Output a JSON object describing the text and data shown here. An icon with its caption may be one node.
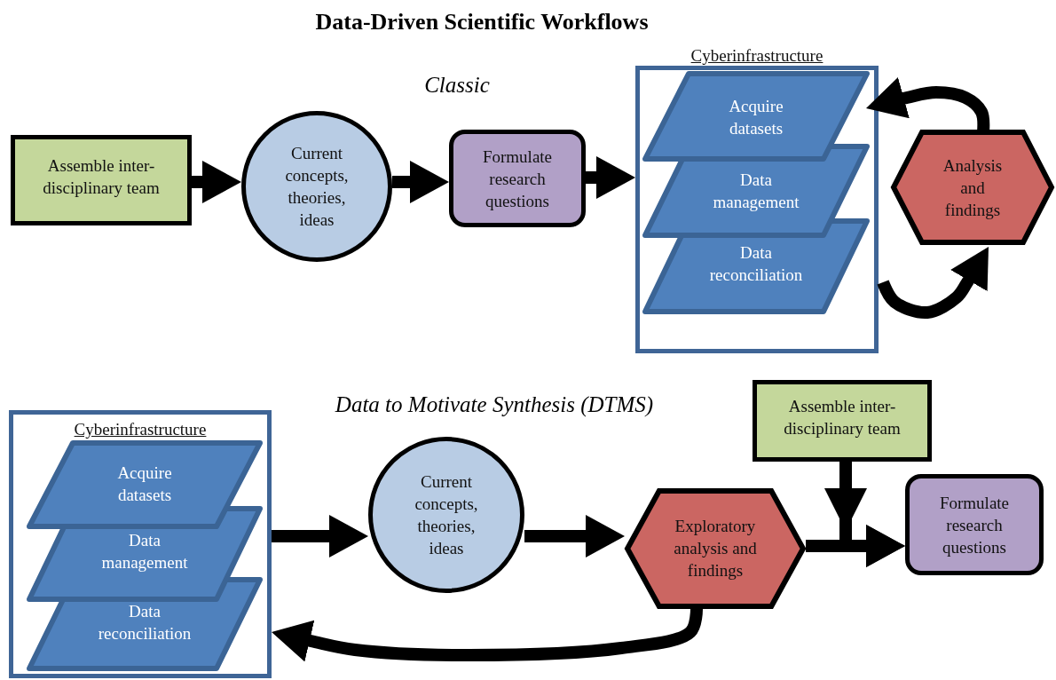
{
  "diagram": {
    "title": "Data-Driven Scientific Workflows",
    "nodes": [
      {
        "text": [
          "Assemble inter-disciplinary team"
        ]
      },
      {
        "text": [
          "Current concepts, theories, ideas"
        ]
      },
      {
        "text": [
          "Formulate research questions"
        ]
      },
      {
        "text": [
          "Cyberinfrastructure"
        ]
      },
      {
        "text": [
          "Acquire datasets"
        ],
        "in": 3
      },
      {
        "text": [
          "Data management"
        ],
        "in": 3
      },
      {
        "text": [
          "Data reconciliation"
        ],
        "in": 3
      },
      {
        "text": [
          "Analysis and findings"
        ]
      },
      {
        "text": [
          "Cyberinfrastructure"
        ]
      },
      {
        "text": [
          "Acquire datasets"
        ],
        "in": 8
      },
      {
        "text": [
          "Data management"
        ],
        "in": 8
      },
      {
        "text": [
          "Data reconciliation"
        ],
        "in": 8
      },
      {
        "text": [
          "Current concepts, theories, ideas"
        ]
      },
      {
        "text": [
          "Exploratory analysis and findings"
        ]
      },
      {
        "text": [
          "Assemble inter-disciplinary team"
        ]
      },
      {
        "text": [
          "Formulate research questions"
        ]
      }
    ],
    "edges": [
      {
        "from": 0,
        "to": 1,
        "arrow": "to"
      },
      {
        "from": 1,
        "to": 2,
        "arrow": "to"
      },
      {
        "from": 2,
        "to": 3,
        "arrow": "to"
      },
      {
        "from": 7,
        "to": 4,
        "arrow": "to"
      },
      {
        "from": 3,
        "to": 7,
        "arrow": "to"
      },
      {
        "from": 8,
        "to": 12,
        "arrow": "to"
      },
      {
        "from": 12,
        "to": 13,
        "arrow": "to"
      },
      {
        "from": 13,
        "to": 15,
        "arrow": "to"
      },
      {
        "from": 14,
        "to": 15,
        "arrow": "to"
      },
      {
        "from": 13,
        "to": 8,
        "arrow": "to"
      }
    ],
    "labels": [
      "Classic",
      "Data to Motivate Synthesis (DTMS)"
    ]
  }
}
